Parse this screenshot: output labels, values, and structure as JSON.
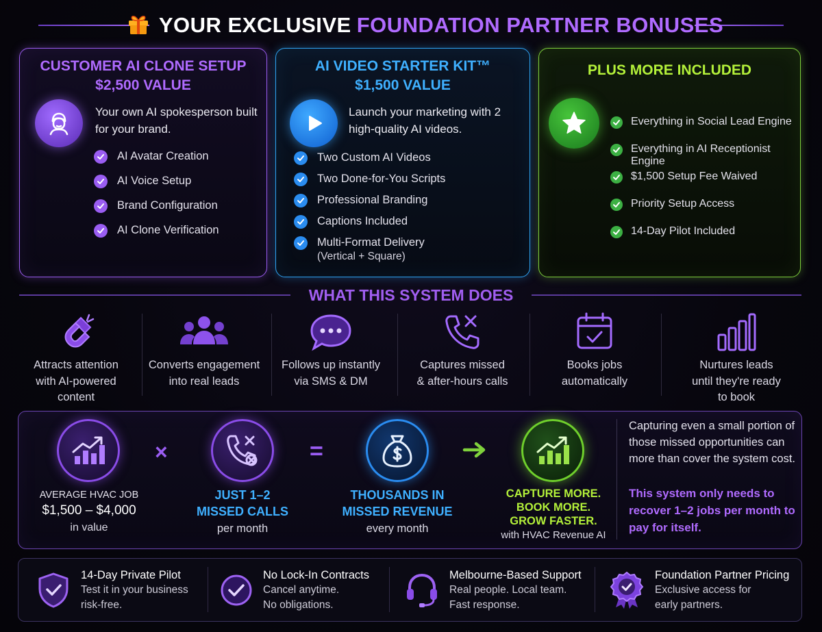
{
  "header": {
    "title_white": "YOUR EXCLUSIVE",
    "title_purple": "FOUNDATION PARTNER BONUSES",
    "icon": "gift-icon"
  },
  "cards": [
    {
      "title": "CUSTOMER AI CLONE SETUP",
      "value": "$2,500 VALUE",
      "icon": "avatar-icon",
      "desc": "Your own AI spokesperson built for your brand.",
      "items": [
        "AI Avatar Creation",
        "AI Voice Setup",
        "Brand Configuration",
        "AI Clone Verification"
      ],
      "accent": "#9b5cf0"
    },
    {
      "title": "AI VIDEO STARTER KIT™",
      "value": "$1,500 VALUE",
      "icon": "play-icon",
      "desc": "Launch your marketing with 2 high-quality AI videos.",
      "items": [
        "Two Custom AI Videos",
        "Two Done-for-You Scripts",
        "Professional Branding",
        "Captions Included",
        "Multi-Format Delivery"
      ],
      "item_sub": "(Vertical + Square)",
      "accent": "#2fa4f5"
    },
    {
      "title": "PLUS MORE INCLUDED",
      "icon": "star-icon",
      "items": [
        "Everything in Social Lead Engine",
        "Everything in AI Receptionist Engine",
        "$1,500 Setup Fee Waived",
        "Priority Setup Access",
        "14-Day Pilot Included"
      ],
      "accent": "#7fd13c"
    }
  ],
  "system": {
    "title": "WHAT THIS SYSTEM DOES",
    "features": [
      {
        "icon": "magnet-icon",
        "line1": "Attracts attention",
        "line2": "with AI-powered",
        "line3": "content"
      },
      {
        "icon": "people-icon",
        "line1": "Converts engagement",
        "line2": "into real leads",
        "line3": ""
      },
      {
        "icon": "chat-bubble-icon",
        "line1": "Follows up instantly",
        "line2": "via SMS & DM",
        "line3": ""
      },
      {
        "icon": "missed-call-icon",
        "line1": "Captures missed",
        "line2": "& after-hours calls",
        "line3": ""
      },
      {
        "icon": "calendar-check-icon",
        "line1": "Books jobs",
        "line2": "automatically",
        "line3": ""
      },
      {
        "icon": "bar-chart-icon",
        "line1": "Nurtures leads",
        "line2": "until they're ready",
        "line3": "to book"
      }
    ]
  },
  "equation": {
    "op_times": "×",
    "op_equals": "=",
    "op_arrow": "→",
    "term1": {
      "icon": "growth-chart-icon",
      "top": "AVERAGE HVAC JOB",
      "main": "$1,500 – $4,000",
      "bottom": "in value"
    },
    "term2": {
      "icon": "phone-x-icon",
      "main1": "JUST 1–2",
      "main2": "MISSED CALLS",
      "bottom": "per month"
    },
    "term3": {
      "icon": "money-bag-icon",
      "main1": "THOUSANDS IN",
      "main2": "MISSED REVENUE",
      "bottom": "every month"
    },
    "term4": {
      "icon": "growth-chart-icon",
      "main1": "CAPTURE MORE.",
      "main2": "BOOK MORE.",
      "main3": "GROW FASTER.",
      "bottom": "with HVAC Revenue AI"
    },
    "note": "Capturing even a small portion of those missed opportunities can more than cover the system cost.",
    "highlight": "This system only needs to recover 1–2 jobs per month to pay for itself."
  },
  "footer": [
    {
      "icon": "shield-check-icon",
      "title": "14-Day Private Pilot",
      "line1": "Test it in your business",
      "line2": "risk-free."
    },
    {
      "icon": "check-circle-icon",
      "title": "No Lock-In Contracts",
      "line1": "Cancel anytime.",
      "line2": "No obligations."
    },
    {
      "icon": "headset-icon",
      "title": "Melbourne-Based Support",
      "line1": "Real people. Local team.",
      "line2": "Fast response."
    },
    {
      "icon": "badge-check-icon",
      "title": "Foundation Partner Pricing",
      "line1": "Exclusive access for",
      "line2": "early partners."
    }
  ]
}
